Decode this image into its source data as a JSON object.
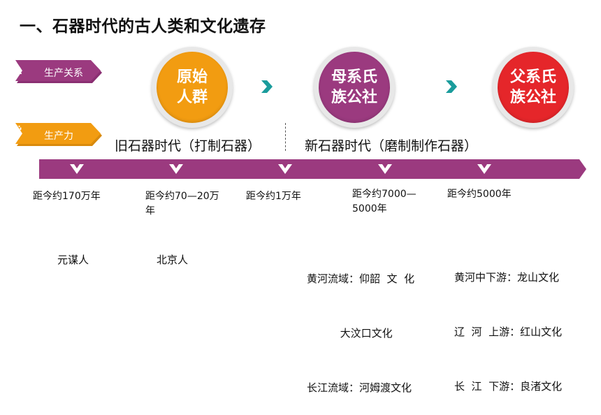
{
  "title": "一、石器时代的古人类和文化遗存",
  "labels": {
    "relations": "生产关系",
    "forces": "生产力"
  },
  "stages": [
    {
      "line1": "原始",
      "line2": "人群",
      "color": "#f29c11"
    },
    {
      "line1": "母系氏",
      "line2": "族公社",
      "color": "#9b3a7f"
    },
    {
      "line1": "父系氏",
      "line2": "族公社",
      "color": "#e5262a"
    }
  ],
  "eras": {
    "paleolithic": "旧石器时代（打制石器）",
    "neolithic": "新石器时代（磨制制作石器）"
  },
  "dates": [
    "距今约170万年",
    "距今约70—20万年",
    "距今约1万年",
    "距今约7000—5000年",
    "距今约5000年"
  ],
  "people": [
    "元谋人",
    "北京人"
  ],
  "cultures": {
    "left": [
      "黄河流域：仰韶  文  化",
      "          大汶口文化",
      "长江流域：河姆渡文化"
    ],
    "right": [
      "黄河中下游：龙山文化",
      "辽  河  上游：红山文化",
      "长  江  下游：良渚文化"
    ]
  },
  "colors": {
    "bar": "#9b3a7f",
    "tag_relations": "#9b3a7f",
    "tag_forces": "#f29c11",
    "arrow": "#1a9c9c"
  }
}
